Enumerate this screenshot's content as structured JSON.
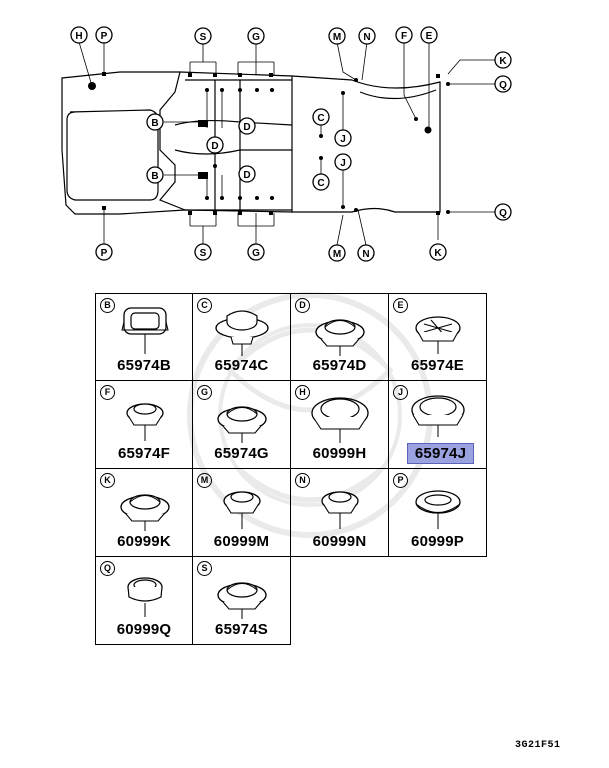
{
  "callout_letters": {
    "H": "H",
    "P": "P",
    "S": "S",
    "G": "G",
    "B": "B",
    "D": "D",
    "C": "C",
    "J": "J",
    "M": "M",
    "N": "N",
    "F": "F",
    "E": "E",
    "K": "K",
    "Q": "Q"
  },
  "parts": [
    {
      "letter": "B",
      "part_number": "65974B",
      "shape": "rect-grommet"
    },
    {
      "letter": "C",
      "part_number": "65974C",
      "shape": "tall-plug"
    },
    {
      "letter": "D",
      "part_number": "65974D",
      "shape": "round-plug"
    },
    {
      "letter": "E",
      "part_number": "65974E",
      "shape": "cross-plug"
    },
    {
      "letter": "F",
      "part_number": "65974F",
      "shape": "small-plug"
    },
    {
      "letter": "G",
      "part_number": "65974G",
      "shape": "round-plug"
    },
    {
      "letter": "H",
      "part_number": "60999H",
      "shape": "large-plug"
    },
    {
      "letter": "J",
      "part_number": "65974J",
      "shape": "large-cap",
      "selected": true
    },
    {
      "letter": "K",
      "part_number": "60999K",
      "shape": "round-plug"
    },
    {
      "letter": "M",
      "part_number": "60999M",
      "shape": "small-plug"
    },
    {
      "letter": "N",
      "part_number": "60999N",
      "shape": "small-plug"
    },
    {
      "letter": "P",
      "part_number": "60999P",
      "shape": "flat-cap"
    },
    {
      "letter": "Q",
      "part_number": "60999Q",
      "shape": "cup-plug"
    },
    {
      "letter": "S",
      "part_number": "65974S",
      "shape": "round-plug"
    }
  ],
  "footer_code": "3G21F51"
}
